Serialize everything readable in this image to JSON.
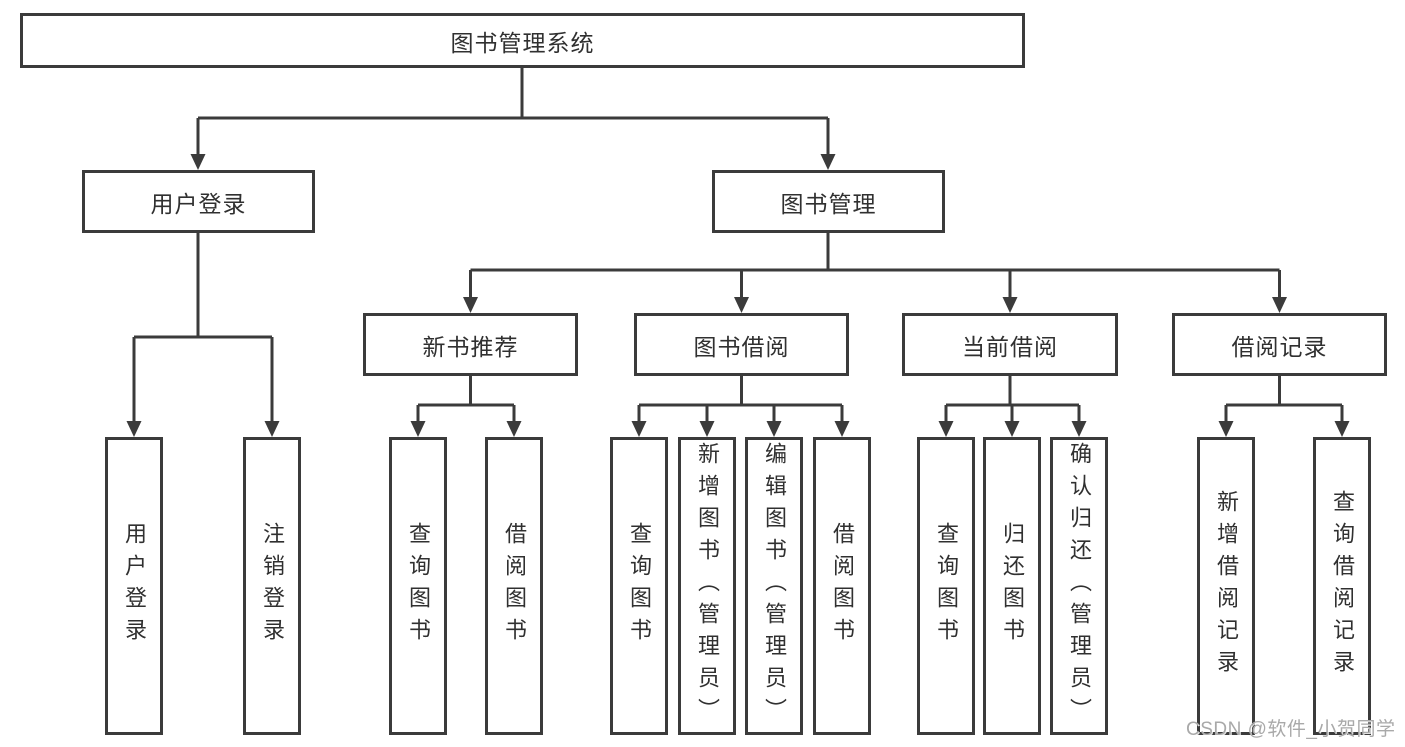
{
  "diagram_title": "图书管理系统",
  "colors": {
    "line": "#3b3b3b",
    "box_background": "#ffffff",
    "text": "#303030",
    "watermark": "#a9a9a9"
  },
  "nodes": {
    "root": "图书管理系统",
    "user_login": "用户登录",
    "book_mgmt": "图书管理",
    "new_book_rec": "新书推荐",
    "book_borrow": "图书借阅",
    "current_borrow": "当前借阅",
    "borrow_records": "借阅记录",
    "ul_user_login": "用户登录",
    "ul_logout": "注销登录",
    "nbr_query_book": "查询图书",
    "nbr_borrow_book": "借阅图书",
    "bb_query_book": "查询图书",
    "bb_add_book_admin": "新增图书（管理员）",
    "bb_edit_book_admin": "编辑图书（管理员）",
    "bb_borrow_book": "借阅图书",
    "cb_query_book": "查询图书",
    "cb_return_book": "归还图书",
    "cb_confirm_return_admin": "确认归还（管理员）",
    "br_add_record": "新增借阅记录",
    "br_query_record": "查询借阅记录"
  },
  "hierarchy": {
    "图书管理系统": {
      "用户登录": [
        "用户登录",
        "注销登录"
      ],
      "图书管理": {
        "新书推荐": [
          "查询图书",
          "借阅图书"
        ],
        "图书借阅": [
          "查询图书",
          "新增图书（管理员）",
          "编辑图书（管理员）",
          "借阅图书"
        ],
        "当前借阅": [
          "查询图书",
          "归还图书",
          "确认归还（管理员）"
        ],
        "借阅记录": [
          "新增借阅记录",
          "查询借阅记录"
        ]
      }
    }
  },
  "watermark": {
    "text": "CSDN @软件_小贺同学"
  }
}
